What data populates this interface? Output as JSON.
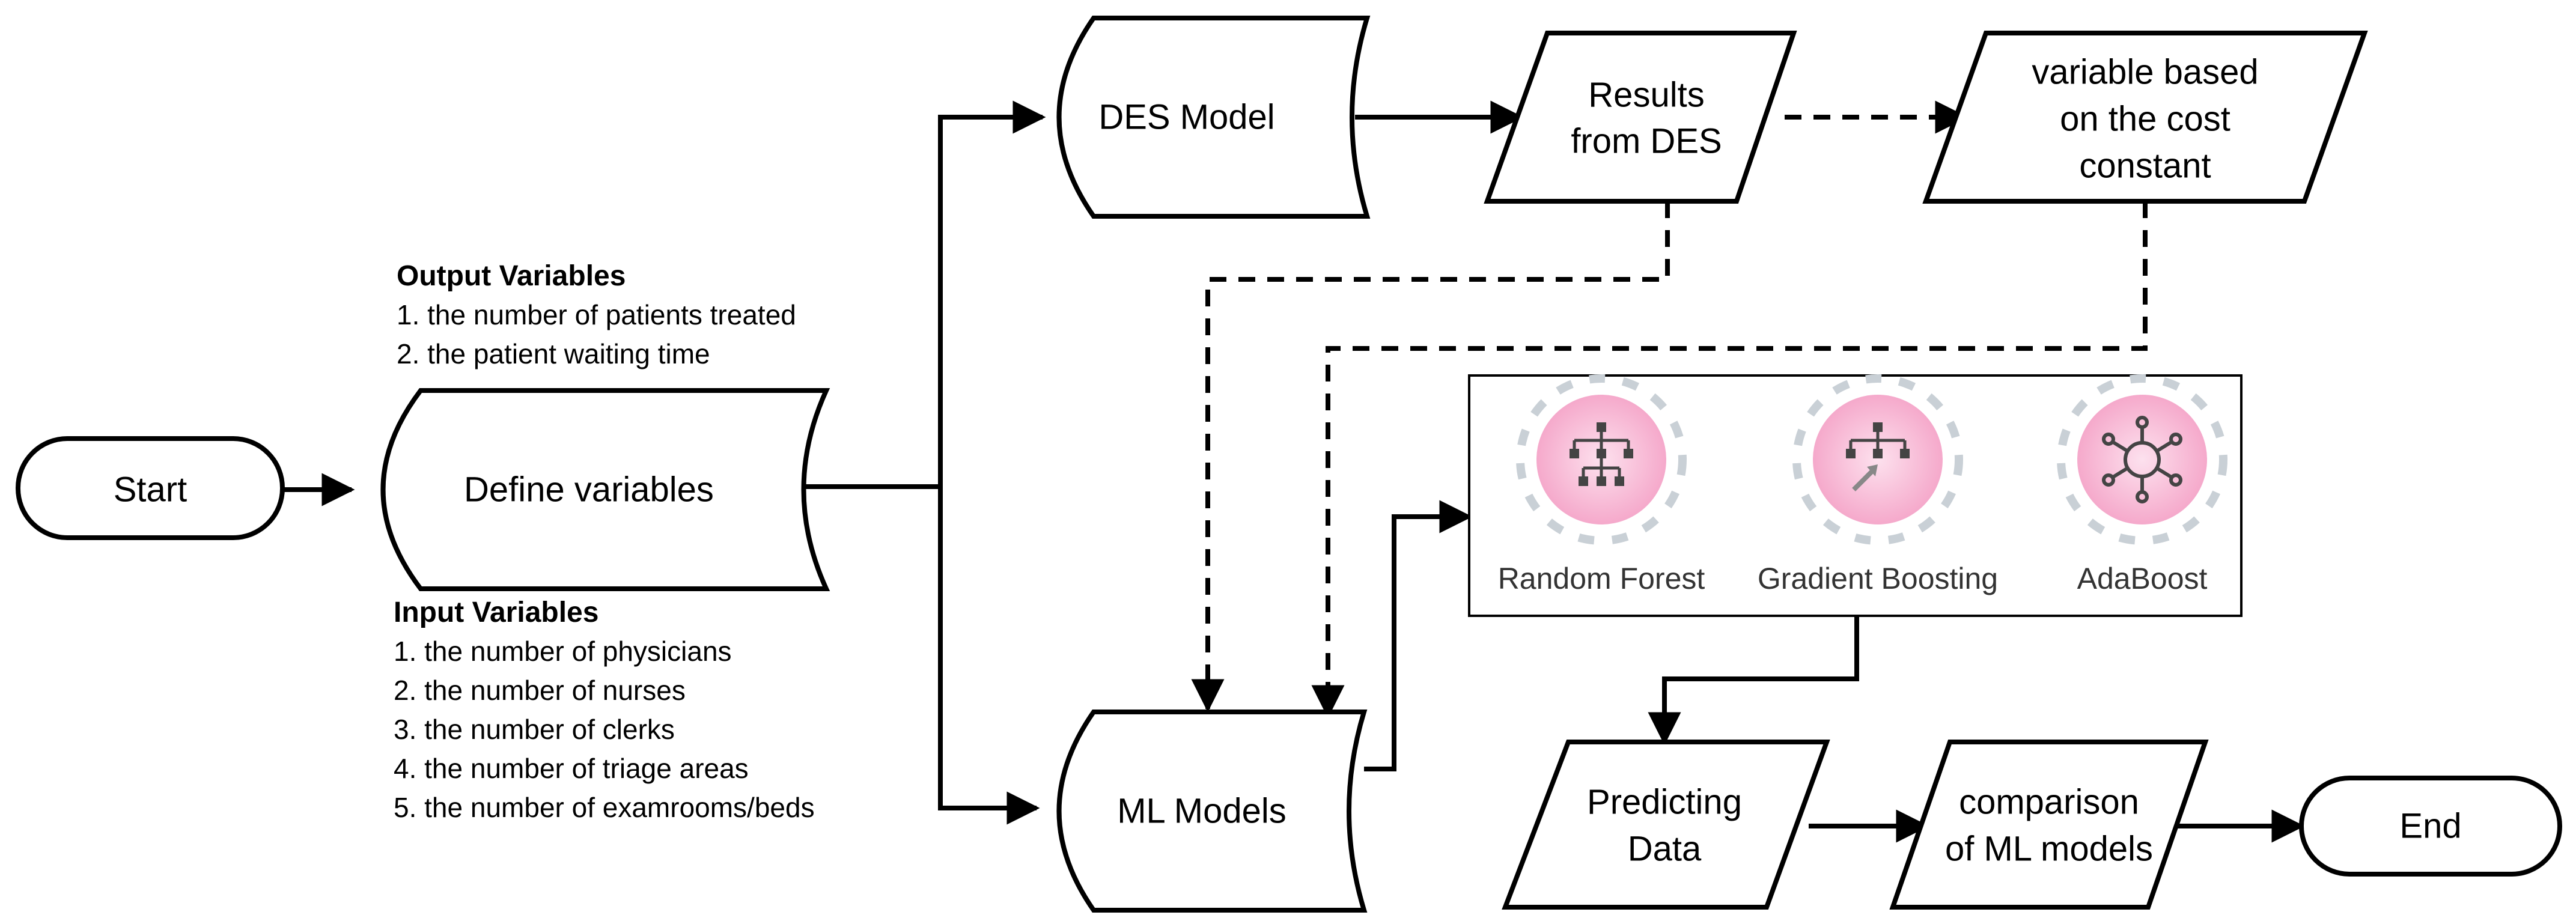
{
  "nodes": {
    "start": "Start",
    "define": "Define variables",
    "des_model": "DES Model",
    "ml_models": "ML Models",
    "results": [
      "Results",
      "from DES"
    ],
    "variable": [
      "variable based",
      "on the cost",
      "constant"
    ],
    "predicting": [
      "Predicting",
      "Data"
    ],
    "comparison": [
      "comparison",
      "of ML models"
    ],
    "end": "End"
  },
  "output_variables": {
    "heading": "Output Variables",
    "items": [
      "1. the number of patients treated",
      "2. the patient waiting time"
    ]
  },
  "input_variables": {
    "heading": "Input Variables",
    "items": [
      "1. the number of physicians",
      "2. the number of nurses",
      "3. the number of clerks",
      "4. the number of triage areas",
      "5. the number of examrooms/beds"
    ]
  },
  "models": [
    {
      "label": "Random Forest",
      "icon": "decision-tree-icon"
    },
    {
      "label": "Gradient Boosting",
      "icon": "boosted-tree-icon"
    },
    {
      "label": "AdaBoost",
      "icon": "hub-network-icon"
    }
  ],
  "colors": {
    "stroke": "#000000",
    "icon_fill": "#f7b8d3",
    "icon_ring": "#c9d0d6",
    "icon_glyph": "#555555"
  }
}
